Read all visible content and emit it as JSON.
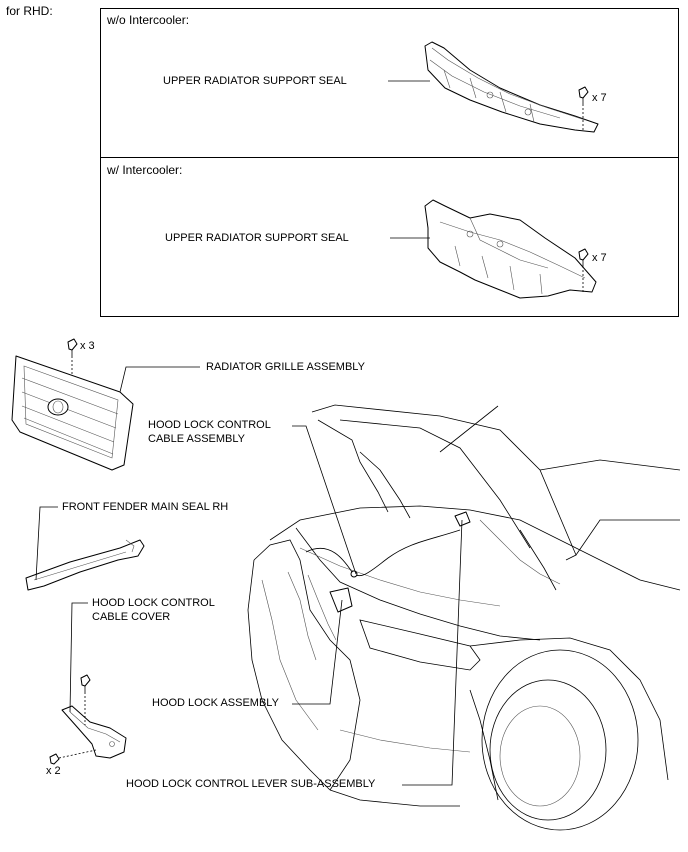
{
  "header": {
    "variant": "for RHD:"
  },
  "panel_top": {
    "title": "w/o Intercooler:",
    "part_label": "UPPER RADIATOR SUPPORT SEAL",
    "qty": "x 7"
  },
  "panel_bottom": {
    "title": "w/ Intercooler:",
    "part_label": "UPPER RADIATOR SUPPORT SEAL",
    "qty": "x 7"
  },
  "parts": {
    "grille": "RADIATOR GRILLE ASSEMBLY",
    "grille_qty": "x 3",
    "cable_line1": "HOOD LOCK CONTROL",
    "cable_line2": "CABLE ASSEMBLY",
    "fender_seal": "FRONT FENDER MAIN SEAL RH",
    "cover_line1": "HOOD LOCK CONTROL",
    "cover_line2": "CABLE COVER",
    "cover_qty": "x 2",
    "hood_lock": "HOOD LOCK ASSEMBLY",
    "lever": "HOOD LOCK CONTROL LEVER SUB-ASSEMBLY"
  }
}
